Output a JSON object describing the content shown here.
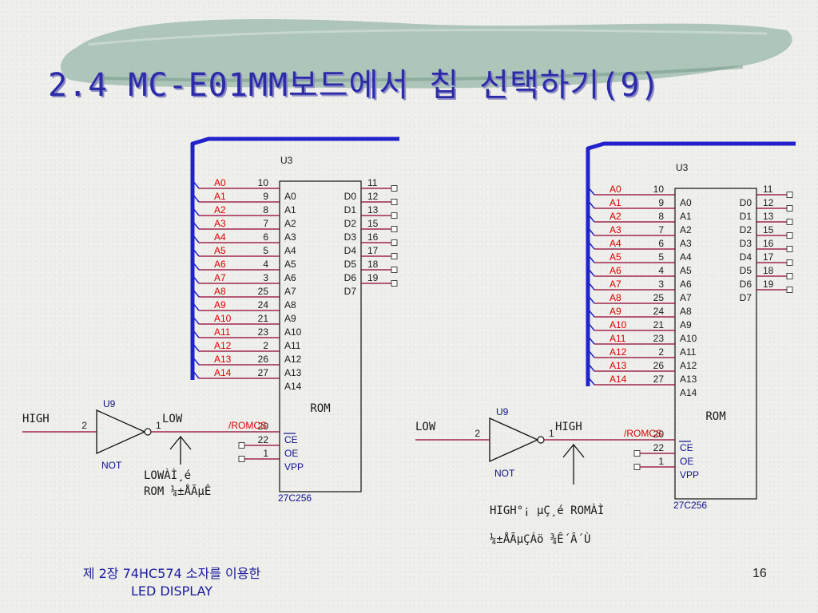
{
  "slide": {
    "title": "2.4 MC-E01MM보드에서 칩 선택하기(9)",
    "footer_line1": "제 2장 74HC574 소자를 이용한",
    "footer_line2": "LED DISPLAY",
    "page_number": "16"
  },
  "colors": {
    "title": "#2b2ba8",
    "wire": "#900030",
    "pin_red": "#dd0000",
    "bus_blue": "#2222cc",
    "chip_label": "#101090"
  },
  "circuit": {
    "rom": {
      "ref": "U3",
      "part": "27C256",
      "center_label": "ROM",
      "address_pins": [
        "A0",
        "A1",
        "A2",
        "A3",
        "A4",
        "A5",
        "A6",
        "A7",
        "A8",
        "A9",
        "A10",
        "A11",
        "A12",
        "A13",
        "A14"
      ],
      "address_pin_numbers": [
        "10",
        "9",
        "8",
        "7",
        "6",
        "5",
        "4",
        "3",
        "25",
        "24",
        "21",
        "23",
        "2",
        "26",
        "27"
      ],
      "data_pins": [
        "D0",
        "D1",
        "D2",
        "D3",
        "D4",
        "D5",
        "D6",
        "D7"
      ],
      "data_pin_numbers": [
        "11",
        "12",
        "13",
        "15",
        "16",
        "17",
        "18",
        "19"
      ],
      "control_pins": [
        "CE",
        "OE",
        "VPP"
      ],
      "control_pin_numbers": [
        "20",
        "22",
        "1"
      ]
    },
    "gate": {
      "ref": "U9",
      "part": "NOT",
      "input_pin": "2",
      "output_pin": "1"
    },
    "net_label": "/ROMCS",
    "left": {
      "input_level": "HIGH",
      "output_level": "LOW",
      "note_line1": "LOWÀÌ¸é",
      "note_line2": "ROM ¼±ÅÃµÊ"
    },
    "right": {
      "input_level": "LOW",
      "output_level": "HIGH",
      "note_line1": "HIGH°¡ µÇ¸é ROMÀÌ",
      "note_line2": "¼±ÅÃµÇÁö ¾Ê´Â´Ù"
    }
  }
}
